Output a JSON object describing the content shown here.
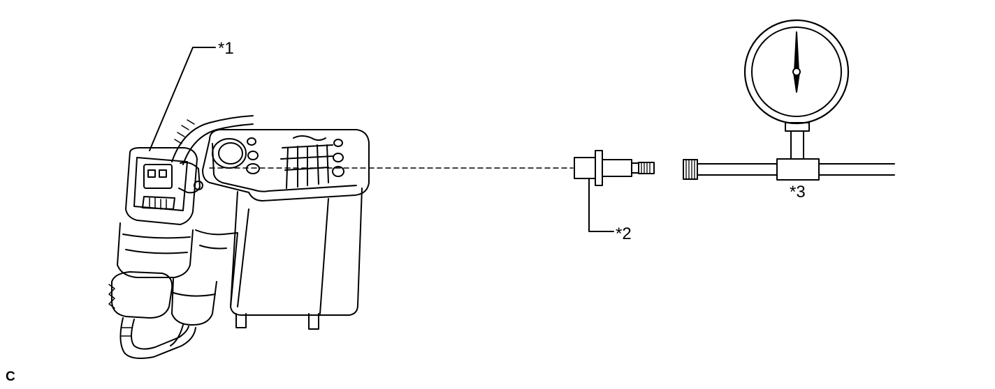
{
  "labels": {
    "callout_1": "*1",
    "callout_2": "*2",
    "callout_3": "*3",
    "corner_code": "C"
  },
  "colors": {
    "line": "#000000",
    "background": "#ffffff"
  }
}
